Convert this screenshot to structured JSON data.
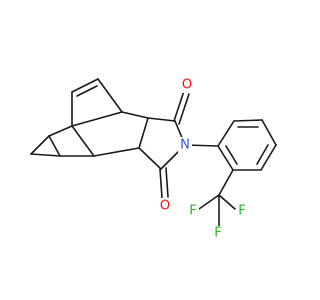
{
  "molecule": {
    "atoms": {
      "oxygen_top": {
        "symbol": "O",
        "color": "#ff0d0d"
      },
      "oxygen_bottom": {
        "symbol": "O",
        "color": "#ff0d0d"
      },
      "nitrogen": {
        "symbol": "N",
        "color": "#3050f8"
      },
      "fluorine_left": {
        "symbol": "F",
        "color": "#2bb52b"
      },
      "fluorine_right": {
        "symbol": "F",
        "color": "#2bb52b"
      },
      "fluorine_bottom": {
        "symbol": "F",
        "color": "#2bb52b"
      }
    },
    "bond_color": "#1a1a1a"
  }
}
